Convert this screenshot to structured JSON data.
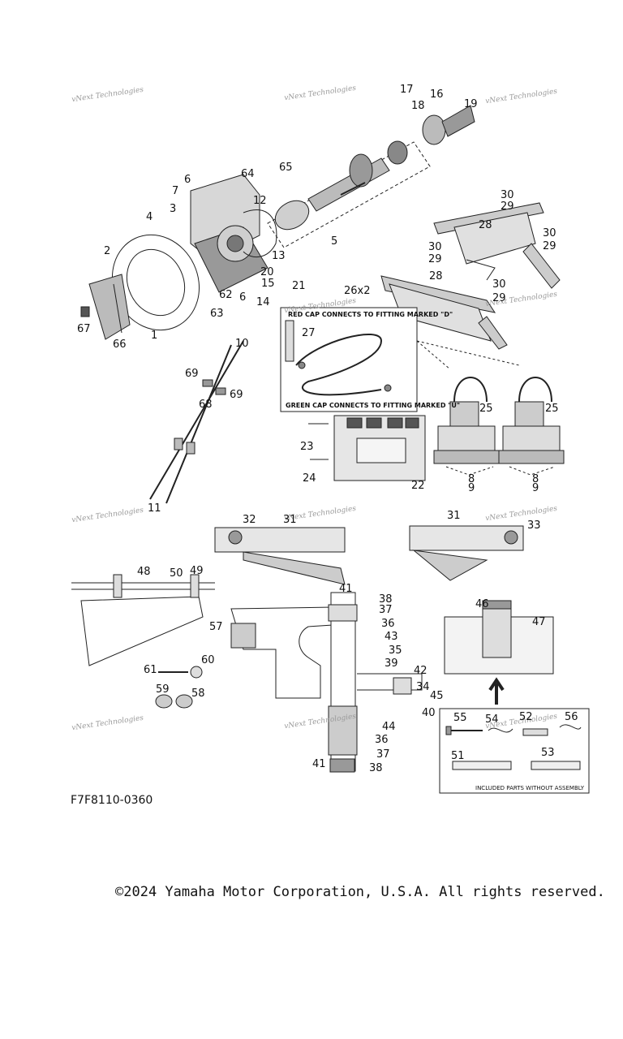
{
  "watermark": "vNext Technologies",
  "callouts": [
    {
      "id": "c1",
      "text": "17"
    },
    {
      "id": "c2",
      "text": "18"
    },
    {
      "id": "c3",
      "text": "16"
    },
    {
      "id": "c4",
      "text": "19"
    },
    {
      "id": "c5",
      "text": "6"
    },
    {
      "id": "c6",
      "text": "64"
    },
    {
      "id": "c7",
      "text": "65"
    },
    {
      "id": "c8",
      "text": "7"
    },
    {
      "id": "c9",
      "text": "3"
    },
    {
      "id": "c10",
      "text": "12"
    },
    {
      "id": "c11",
      "text": "4"
    },
    {
      "id": "c12",
      "text": "5"
    },
    {
      "id": "c13",
      "text": "2"
    },
    {
      "id": "c14",
      "text": "13"
    },
    {
      "id": "c15",
      "text": "20"
    },
    {
      "id": "c16",
      "text": "15"
    },
    {
      "id": "c17",
      "text": "21"
    },
    {
      "id": "c18",
      "text": "62"
    },
    {
      "id": "c19",
      "text": "6"
    },
    {
      "id": "c20",
      "text": "14"
    },
    {
      "id": "c21",
      "text": "63"
    },
    {
      "id": "c22",
      "text": "67"
    },
    {
      "id": "c23",
      "text": "1"
    },
    {
      "id": "c24",
      "text": "66"
    },
    {
      "id": "c25",
      "text": "30"
    },
    {
      "id": "c26",
      "text": "29"
    },
    {
      "id": "c27",
      "text": "28"
    },
    {
      "id": "c28",
      "text": "30"
    },
    {
      "id": "c29",
      "text": "29"
    },
    {
      "id": "c30",
      "text": "30"
    },
    {
      "id": "c31",
      "text": "29"
    },
    {
      "id": "c32",
      "text": "28"
    },
    {
      "id": "c33",
      "text": "30"
    },
    {
      "id": "c34",
      "text": "29"
    },
    {
      "id": "c35",
      "text": "26x2"
    },
    {
      "id": "c36",
      "text": "27"
    },
    {
      "id": "c37",
      "text": "10"
    },
    {
      "id": "c38",
      "text": "69"
    },
    {
      "id": "c39",
      "text": "69"
    },
    {
      "id": "c40",
      "text": "68"
    },
    {
      "id": "c41",
      "text": "11"
    },
    {
      "id": "c42",
      "text": "25"
    },
    {
      "id": "c43",
      "text": "25"
    },
    {
      "id": "c44",
      "text": "23"
    },
    {
      "id": "c45",
      "text": "24"
    },
    {
      "id": "c46",
      "text": "22"
    },
    {
      "id": "c47",
      "text": "8"
    },
    {
      "id": "c48",
      "text": "9"
    },
    {
      "id": "c49",
      "text": "8"
    },
    {
      "id": "c50",
      "text": "9"
    },
    {
      "id": "c51",
      "text": "32"
    },
    {
      "id": "c52",
      "text": "31"
    },
    {
      "id": "c53",
      "text": "31"
    },
    {
      "id": "c54",
      "text": "33"
    },
    {
      "id": "c55",
      "text": "48"
    },
    {
      "id": "c56",
      "text": "50"
    },
    {
      "id": "c57",
      "text": "49"
    },
    {
      "id": "c58",
      "text": "41"
    },
    {
      "id": "c59",
      "text": "38"
    },
    {
      "id": "c60",
      "text": "37"
    },
    {
      "id": "c61",
      "text": "46"
    },
    {
      "id": "c62",
      "text": "47"
    },
    {
      "id": "c63",
      "text": "57"
    },
    {
      "id": "c64",
      "text": "36"
    },
    {
      "id": "c65",
      "text": "43"
    },
    {
      "id": "c66",
      "text": "35"
    },
    {
      "id": "c67",
      "text": "39"
    },
    {
      "id": "c68",
      "text": "42"
    },
    {
      "id": "c69",
      "text": "61"
    },
    {
      "id": "c70",
      "text": "60"
    },
    {
      "id": "c71",
      "text": "34"
    },
    {
      "id": "c72",
      "text": "45"
    },
    {
      "id": "c73",
      "text": "59"
    },
    {
      "id": "c74",
      "text": "58"
    },
    {
      "id": "c75",
      "text": "40"
    },
    {
      "id": "c76",
      "text": "44"
    },
    {
      "id": "c77",
      "text": "55"
    },
    {
      "id": "c78",
      "text": "54"
    },
    {
      "id": "c79",
      "text": "52"
    },
    {
      "id": "c80",
      "text": "56"
    },
    {
      "id": "c81",
      "text": "36"
    },
    {
      "id": "c82",
      "text": "51"
    },
    {
      "id": "c83",
      "text": "53"
    },
    {
      "id": "c84",
      "text": "37"
    },
    {
      "id": "c85",
      "text": "41"
    },
    {
      "id": "c86",
      "text": "38"
    }
  ],
  "box_notes": {
    "red_cap": "RED CAP CONNECTS TO FITTING MARKED \"D\"",
    "green_cap": "GREEN CAP CONNECTS TO FITTING MARKED \"U\"",
    "included_parts": "INCLUDED PARTS WITHOUT ASSEMBLY"
  },
  "diagram_code": "F7F8110-0360",
  "copyright": "©2024 Yamaha Motor Corporation, U.S.A. All rights reserved."
}
